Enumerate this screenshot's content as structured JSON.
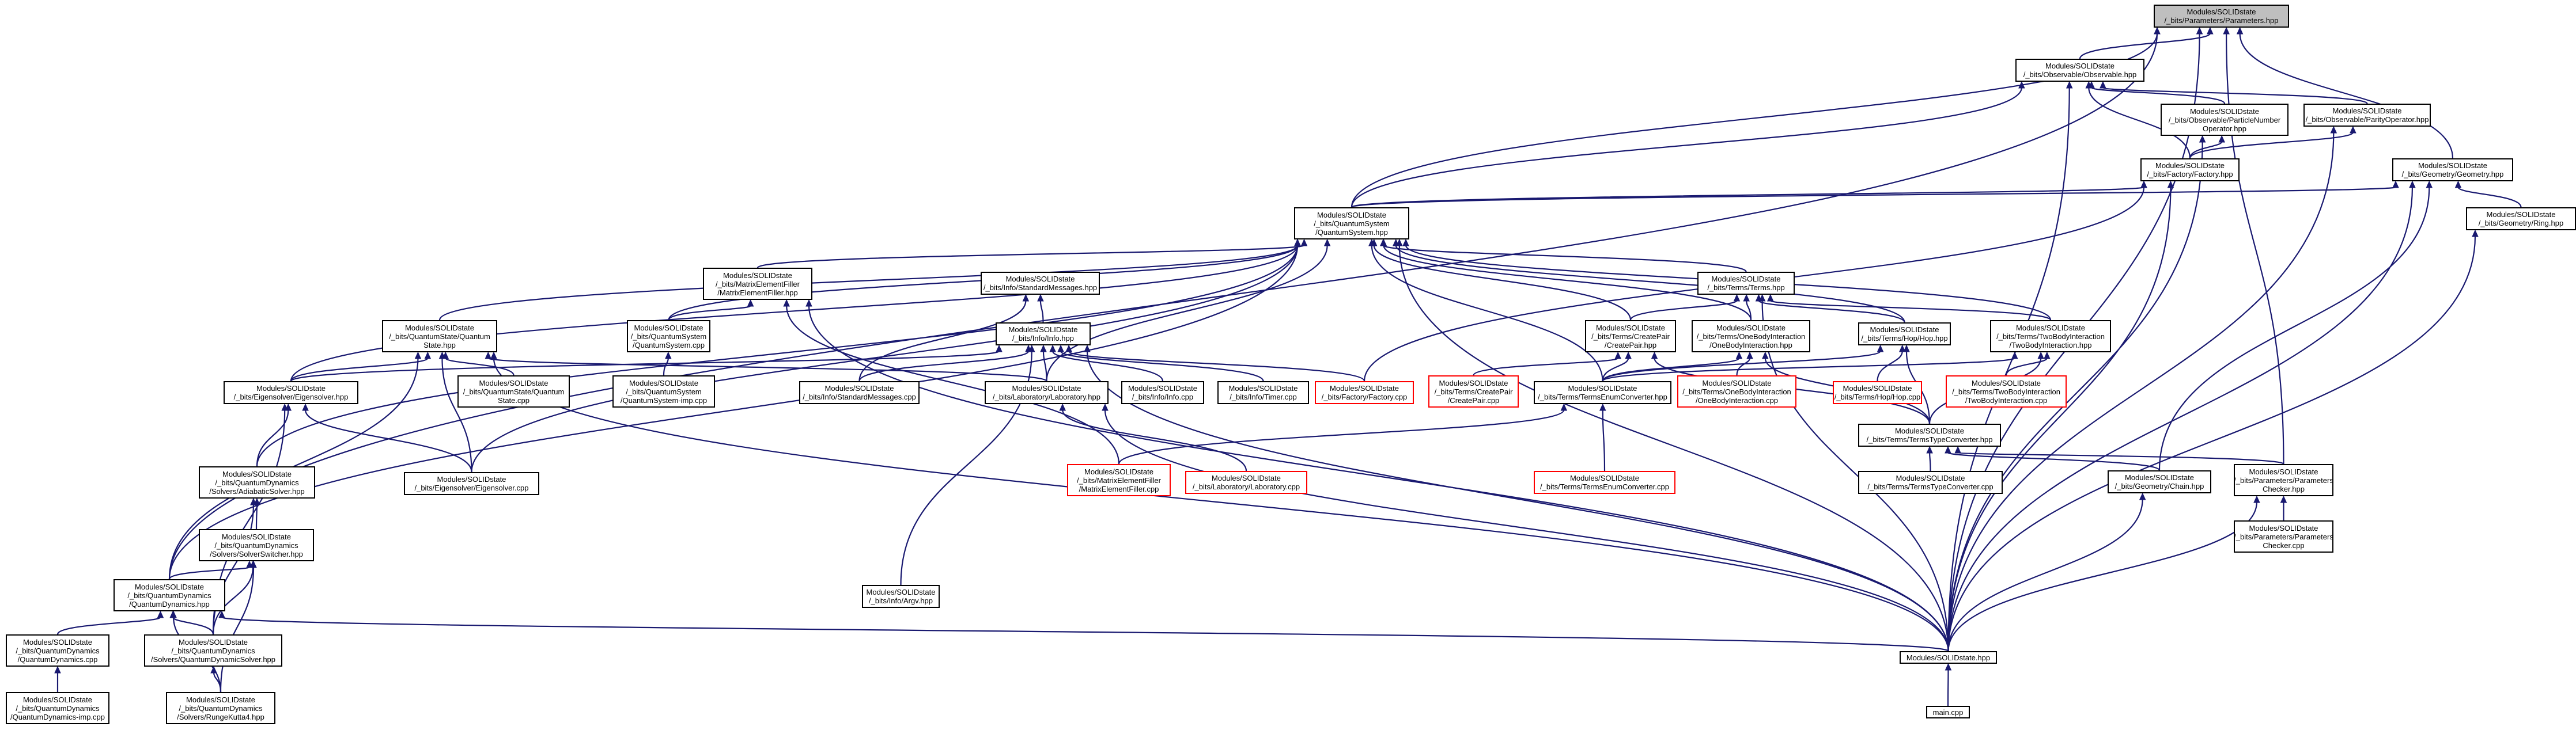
{
  "nodes": [
    {
      "id": "params",
      "lines": [
        "Modules/SOLIDstate",
        "/_bits/Parameters/Parameters.hpp"
      ],
      "root": true
    },
    {
      "id": "observable",
      "lines": [
        "Modules/SOLIDstate",
        "/_bits/Observable/Observable.hpp"
      ]
    },
    {
      "id": "particle_number",
      "lines": [
        "Modules/SOLIDstate",
        "/_bits/Observable/ParticleNumber",
        "Operator.hpp"
      ]
    },
    {
      "id": "parity",
      "lines": [
        "Modules/SOLIDstate",
        "/_bits/Observable/ParityOperator.hpp"
      ]
    },
    {
      "id": "factory_hpp",
      "lines": [
        "Modules/SOLIDstate",
        "/_bits/Factory/Factory.hpp"
      ]
    },
    {
      "id": "geometry_hpp",
      "lines": [
        "Modules/SOLIDstate",
        "/_bits/Geometry/Geometry.hpp"
      ]
    },
    {
      "id": "ring",
      "lines": [
        "Modules/SOLIDstate",
        "/_bits/Geometry/Ring.hpp"
      ]
    },
    {
      "id": "qsys_hpp",
      "lines": [
        "Modules/SOLIDstate",
        "/_bits/QuantumSystem",
        "/QuantumSystem.hpp"
      ]
    },
    {
      "id": "mef_hpp",
      "lines": [
        "Modules/SOLIDstate",
        "/_bits/MatrixElementFiller",
        "/MatrixElementFiller.hpp"
      ]
    },
    {
      "id": "stdmsg_hpp",
      "lines": [
        "Modules/SOLIDstate",
        "/_bits/Info/StandardMessages.hpp"
      ]
    },
    {
      "id": "terms_hpp",
      "lines": [
        "Modules/SOLIDstate",
        "/_bits/Terms/Terms.hpp"
      ]
    },
    {
      "id": "qstate_hpp",
      "lines": [
        "Modules/SOLIDstate",
        "/_bits/QuantumState/Quantum",
        "State.hpp"
      ]
    },
    {
      "id": "qsys_cpp",
      "lines": [
        "Modules/SOLIDstate",
        "/_bits/QuantumSystem",
        "/QuantumSystem.cpp"
      ]
    },
    {
      "id": "info_hpp",
      "lines": [
        "Modules/SOLIDstate",
        "/_bits/Info/Info.hpp"
      ]
    },
    {
      "id": "createpair_hpp",
      "lines": [
        "Modules/SOLIDstate",
        "/_bits/Terms/CreatePair",
        "/CreatePair.hpp"
      ]
    },
    {
      "id": "onebody_hpp",
      "lines": [
        "Modules/SOLIDstate",
        "/_bits/Terms/OneBodyInteraction",
        "/OneBodyInteraction.hpp"
      ]
    },
    {
      "id": "hop_hpp",
      "lines": [
        "Modules/SOLIDstate",
        "/_bits/Terms/Hop/Hop.hpp"
      ]
    },
    {
      "id": "twobody_hpp",
      "lines": [
        "Modules/SOLIDstate",
        "/_bits/Terms/TwoBodyInteraction",
        "/TwoBodyInteraction.hpp"
      ]
    },
    {
      "id": "qstate_cpp",
      "lines": [
        "Modules/SOLIDstate",
        "/_bits/QuantumState/Quantum",
        "State.cpp"
      ]
    },
    {
      "id": "qsys_imp",
      "lines": [
        "Modules/SOLIDstate",
        "/_bits/QuantumSystem",
        "/QuantumSystem-imp.cpp"
      ]
    },
    {
      "id": "eigen_hpp",
      "lines": [
        "Modules/SOLIDstate",
        "/_bits/Eigensolver/Eigensolver.hpp"
      ]
    },
    {
      "id": "stdmsg_cpp",
      "lines": [
        "Modules/SOLIDstate",
        "/_bits/Info/StandardMessages.cpp"
      ]
    },
    {
      "id": "lab_hpp",
      "lines": [
        "Modules/SOLIDstate",
        "/_bits/Laboratory/Laboratory.hpp"
      ]
    },
    {
      "id": "info_cpp",
      "lines": [
        "Modules/SOLIDstate",
        "/_bits/Info/Info.cpp"
      ]
    },
    {
      "id": "timer_cpp",
      "lines": [
        "Modules/SOLIDstate",
        "/_bits/Info/Timer.cpp"
      ]
    },
    {
      "id": "factory_cpp",
      "lines": [
        "Modules/SOLIDstate",
        "/_bits/Factory/Factory.cpp"
      ],
      "red": true
    },
    {
      "id": "createpair_cpp",
      "lines": [
        "Modules/SOLIDstate",
        "/_bits/Terms/CreatePair",
        "/CreatePair.cpp"
      ],
      "red": true
    },
    {
      "id": "enumconv_hpp",
      "lines": [
        "Modules/SOLIDstate",
        "/_bits/Terms/TermsEnumConverter.hpp"
      ]
    },
    {
      "id": "onebody_cpp",
      "lines": [
        "Modules/SOLIDstate",
        "/_bits/Terms/OneBodyInteraction",
        "/OneBodyInteraction.cpp"
      ],
      "red": true
    },
    {
      "id": "hop_cpp",
      "lines": [
        "Modules/SOLIDstate",
        "/_bits/Terms/Hop/Hop.cpp"
      ],
      "red": true
    },
    {
      "id": "twobody_cpp",
      "lines": [
        "Modules/SOLIDstate",
        "/_bits/Terms/TwoBodyInteraction",
        "/TwoBodyInteraction.cpp"
      ],
      "red": true
    },
    {
      "id": "typeconv_hpp",
      "lines": [
        "Modules/SOLIDstate",
        "/_bits/Terms/TermsTypeConverter.hpp"
      ]
    },
    {
      "id": "chain_hpp",
      "lines": [
        "Modules/SOLIDstate",
        "/_bits/Geometry/Chain.hpp"
      ]
    },
    {
      "id": "paramchecker_hpp",
      "lines": [
        "Modules/SOLIDstate",
        "/_bits/Parameters/Parameters",
        "Checker.hpp"
      ]
    },
    {
      "id": "adiabatic_hpp",
      "lines": [
        "Modules/SOLIDstate",
        "/_bits/QuantumDynamics",
        "/Solvers/AdiabaticSolver.hpp"
      ]
    },
    {
      "id": "eigen_cpp",
      "lines": [
        "Modules/SOLIDstate",
        "/_bits/Eigensolver/Eigensolver.cpp"
      ]
    },
    {
      "id": "mef_cpp",
      "lines": [
        "Modules/SOLIDstate",
        "/_bits/MatrixElementFiller",
        "/MatrixElementFiller.cpp"
      ],
      "red": true
    },
    {
      "id": "lab_cpp",
      "lines": [
        "Modules/SOLIDstate",
        "/_bits/Laboratory/Laboratory.cpp"
      ],
      "red": true
    },
    {
      "id": "enumconv_cpp",
      "lines": [
        "Modules/SOLIDstate",
        "/_bits/Terms/TermsEnumConverter.cpp"
      ],
      "red": true
    },
    {
      "id": "typeconv_cpp",
      "lines": [
        "Modules/SOLIDstate",
        "/_bits/Terms/TermsTypeConverter.cpp"
      ]
    },
    {
      "id": "paramchecker_cpp",
      "lines": [
        "Modules/SOLIDstate",
        "/_bits/Parameters/Parameters",
        "Checker.cpp"
      ]
    },
    {
      "id": "switcher_hpp",
      "lines": [
        "Modules/SOLIDstate",
        "/_bits/QuantumDynamics",
        "/Solvers/SolverSwitcher.hpp"
      ]
    },
    {
      "id": "qdyn_hpp",
      "lines": [
        "Modules/SOLIDstate",
        "/_bits/QuantumDynamics",
        "/QuantumDynamics.hpp"
      ]
    },
    {
      "id": "argv_hpp",
      "lines": [
        "Modules/SOLIDstate",
        "/_bits/Info/Argv.hpp"
      ]
    },
    {
      "id": "qdyn_cpp",
      "lines": [
        "Modules/SOLIDstate",
        "/_bits/QuantumDynamics",
        "/QuantumDynamics.cpp"
      ]
    },
    {
      "id": "qdsolver_hpp",
      "lines": [
        "Modules/SOLIDstate",
        "/_bits/QuantumDynamics",
        "/Solvers/QuantumDynamicSolver.hpp"
      ]
    },
    {
      "id": "solidstate_hpp",
      "lines": [
        "Modules/SOLIDstate.hpp"
      ]
    },
    {
      "id": "qdyn_imp",
      "lines": [
        "Modules/SOLIDstate",
        "/_bits/QuantumDynamics",
        "/QuantumDynamics-imp.cpp"
      ]
    },
    {
      "id": "rk4_hpp",
      "lines": [
        "Modules/SOLIDstate",
        "/_bits/QuantumDynamics",
        "/Solvers/RungeKutta4.hpp"
      ]
    },
    {
      "id": "main_cpp",
      "lines": [
        "main.cpp"
      ]
    }
  ],
  "colors": {
    "edge": "#191970",
    "red_border": "#ff0000",
    "root_fill": "#bfbfbf"
  }
}
